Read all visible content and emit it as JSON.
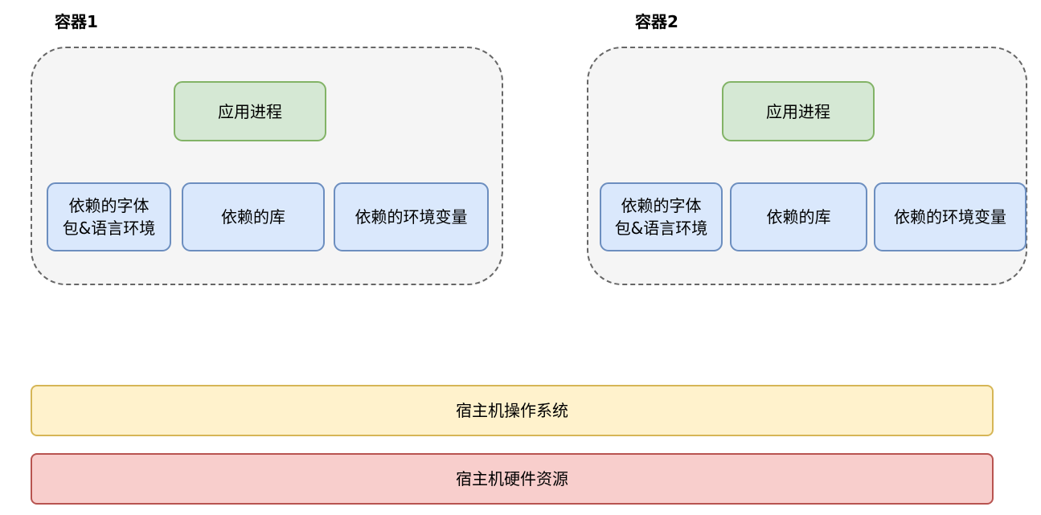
{
  "containers": [
    {
      "title": "容器1",
      "app_process": "应用进程",
      "deps_font": [
        "依赖的字体",
        "包&语言环境"
      ],
      "deps_lib": "依赖的库",
      "deps_env": "依赖的环境变量"
    },
    {
      "title": "容器2",
      "app_process": "应用进程",
      "deps_font": [
        "依赖的字体",
        "包&语言环境"
      ],
      "deps_lib": "依赖的库",
      "deps_env": "依赖的环境变量"
    }
  ],
  "host_os": "宿主机操作系统",
  "host_hardware": "宿主机硬件资源",
  "colors": {
    "container_fill": "#f5f5f5",
    "container_border": "#666666",
    "app_fill": "#d5e8d4",
    "app_border": "#82b366",
    "dep_fill": "#dae8fc",
    "dep_border": "#6c8ebf",
    "os_fill": "#fff2cc",
    "os_border": "#d6b656",
    "hw_fill": "#f8cecc",
    "hw_border": "#b85450"
  }
}
